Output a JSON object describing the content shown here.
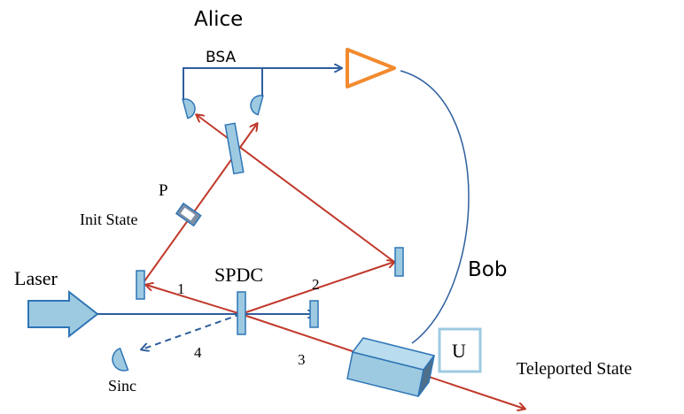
{
  "labels": {
    "alice": "Alice",
    "bob": "Bob",
    "bsa": "BSA",
    "p": "P",
    "init_state": "Init State",
    "laser": "Laser",
    "spdc": "SPDC",
    "mode_1": "1",
    "mode_2": "2",
    "mode_3": "3",
    "mode_4": "4",
    "sinc": "Sinc",
    "unitary": "U",
    "teleported_state": "Teleported State"
  },
  "colors": {
    "photon_path": "#c0392b",
    "classical_wire": "#2e5f9e",
    "optic_fill": "#9ecae1",
    "optic_stroke": "#2e75b6",
    "amplifier": "#f28a2e",
    "text": "#000000"
  },
  "icons": {
    "laser": "arrow-shape",
    "detector": "half-circle-detector",
    "amplifier": "triangle",
    "crystal": "prism-box"
  }
}
